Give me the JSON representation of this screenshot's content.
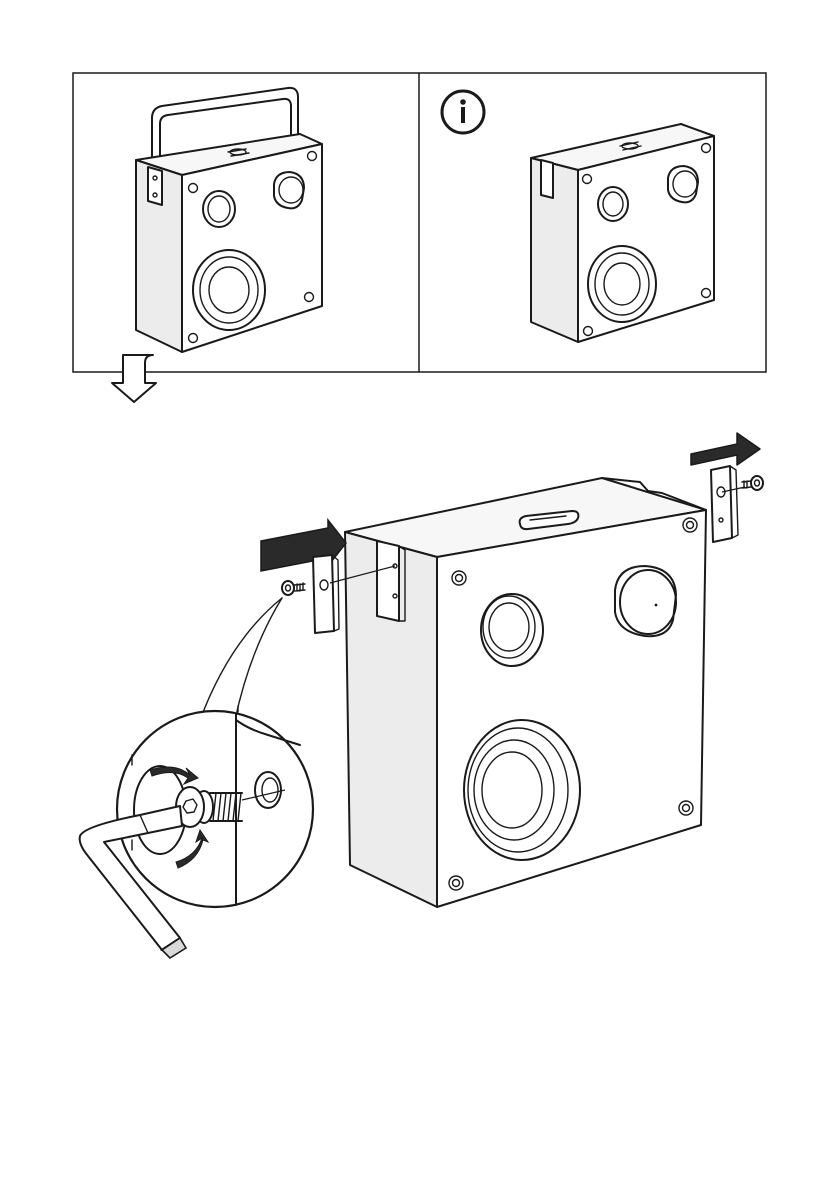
{
  "figure": {
    "panels": [
      {
        "id": "with-handle",
        "icon": null
      },
      {
        "id": "without-handle",
        "icon": "info-icon"
      }
    ],
    "flow_arrow": "outline-down-arrow-icon",
    "steps": [
      {
        "action": "remove-bracket",
        "direction": "left"
      },
      {
        "action": "remove-bracket",
        "direction": "right"
      },
      {
        "action": "unscrew-with-allen-key",
        "direction": "counter-clockwise"
      }
    ],
    "colors": {
      "line": "#1a1a1a",
      "background": "#ffffff",
      "side_fill": "#ececec",
      "arrow": "#2a2a2a"
    }
  }
}
